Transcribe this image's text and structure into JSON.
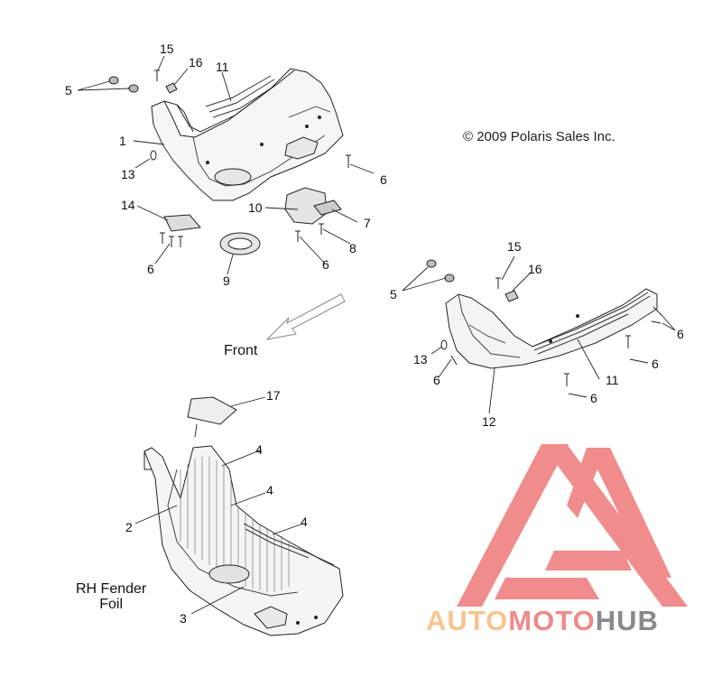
{
  "copyright": "© 2009 Polaris Sales Inc.",
  "front_label": "Front",
  "note": {
    "line1": "RH Fender",
    "line2": "Foil"
  },
  "brand": {
    "part1": "AUTO",
    "part2": "MOTO",
    "part3": "HUB",
    "color1": "#f6c58e",
    "color2": "#f08a8a",
    "color3": "#8a8a8a",
    "logo_color": "#f08080"
  },
  "callouts": {
    "c15a": "15",
    "c16a": "16",
    "c11a": "11",
    "c5a": "5",
    "c1": "1",
    "c13a": "13",
    "c6a": "6",
    "c10": "10",
    "c7": "7",
    "c14": "14",
    "c8": "8",
    "c6b": "6",
    "c6c": "6",
    "c9": "9",
    "c15b": "15",
    "c16b": "16",
    "c5b": "5",
    "c6d": "6",
    "c13b": "13",
    "c6e": "6",
    "c6f": "6",
    "c11b": "11",
    "c6g": "6",
    "c12": "12",
    "c17": "17",
    "c4a": "4",
    "c4b": "4",
    "c4c": "4",
    "c2": "2",
    "c3": "3"
  }
}
